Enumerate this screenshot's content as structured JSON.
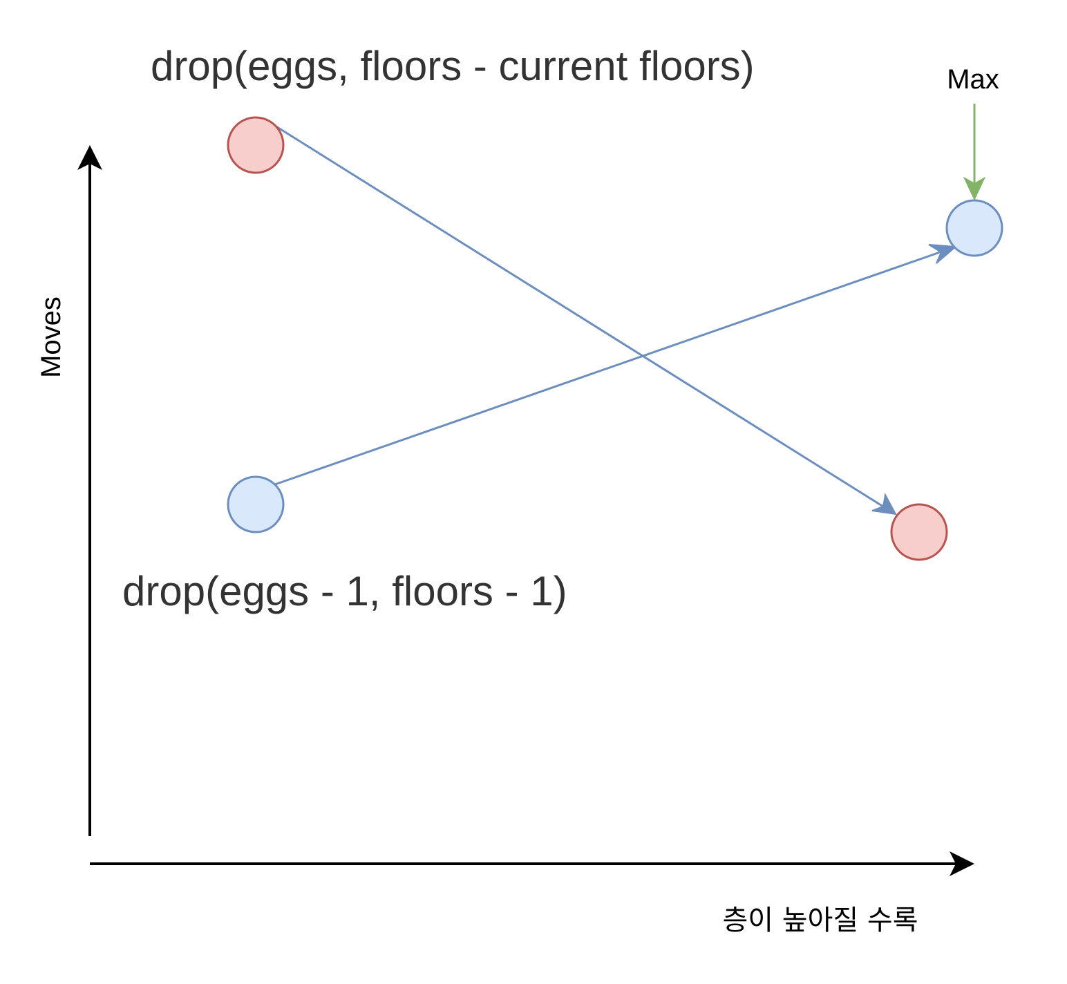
{
  "labels": {
    "top_formula": "drop(eggs, floors - current floors)",
    "bottom_formula": "drop(eggs - 1, floors - 1)",
    "max_label": "Max",
    "y_axis_label": "Moves",
    "x_axis_label": "층이 높아질 수록"
  },
  "colors": {
    "blue_stroke": "#6c8ebf",
    "blue_fill": "#dae8fc",
    "red_stroke": "#b85450",
    "red_fill": "#f8cecc",
    "green_stroke": "#82b366",
    "axis": "#000000",
    "formula_text": "#333333"
  }
}
